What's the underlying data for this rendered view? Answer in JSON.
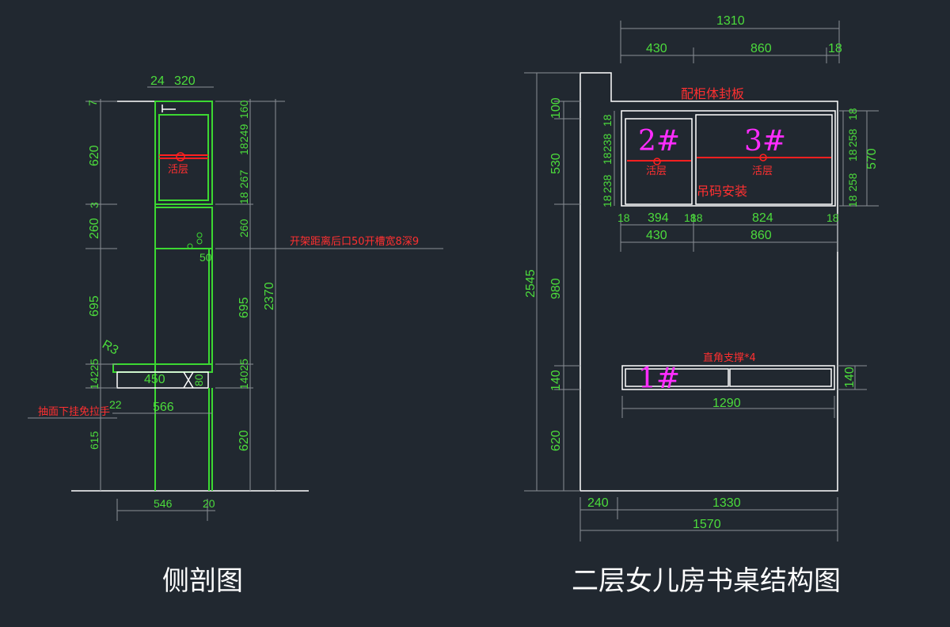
{
  "left_view": {
    "title": "侧剖图",
    "top_dims": [
      "24",
      "320"
    ],
    "left_dims": [
      "7",
      "620",
      "260",
      "3",
      "695",
      "14225",
      "615"
    ],
    "right_dims": [
      "160",
      "249",
      "18",
      "267",
      "18",
      "260",
      "695",
      "14025",
      "620",
      "2370"
    ],
    "notes": {
      "shelf": "活层",
      "slot": "开架距离后口50开槽宽8深9",
      "slot_dim": "50",
      "radius": "R3",
      "drawer": "抽面下挂免拉手"
    },
    "inner_dims": [
      "450",
      "80",
      "22",
      "566"
    ],
    "bottom_dims": [
      "546",
      "20"
    ]
  },
  "right_view": {
    "title": "二层女儿房书桌结构图",
    "top_dims": [
      "1310",
      "430",
      "860",
      "18"
    ],
    "labels": {
      "sealing": "配柜体封板",
      "hang": "吊码安装",
      "corner": "直角支撑*4",
      "shelf_a": "活层",
      "shelf_b": "活层"
    },
    "cabinet_marks": [
      "2#",
      "3#",
      "1#"
    ],
    "left_dims": [
      "2545",
      "100",
      "530",
      "980",
      "140",
      "620"
    ],
    "inner_left_dims": [
      "18",
      "238",
      "18",
      "238",
      "18"
    ],
    "inner_right_dims": [
      "18",
      "258",
      "18",
      "258",
      "18"
    ],
    "right_dims": [
      "570",
      "140"
    ],
    "mid_dims": [
      "18",
      "394",
      "18",
      "18",
      "824",
      "18"
    ],
    "mid_dims2": [
      "430",
      "860"
    ],
    "desk_dim": "1290",
    "bottom_dims": [
      "240",
      "1330",
      "1570"
    ]
  },
  "colors": {
    "background": "#212830",
    "dimension": "#4cdc3c",
    "annotation": "#ff3030",
    "cabinet_mark": "#ff2cff",
    "outline": "#ffffff"
  }
}
